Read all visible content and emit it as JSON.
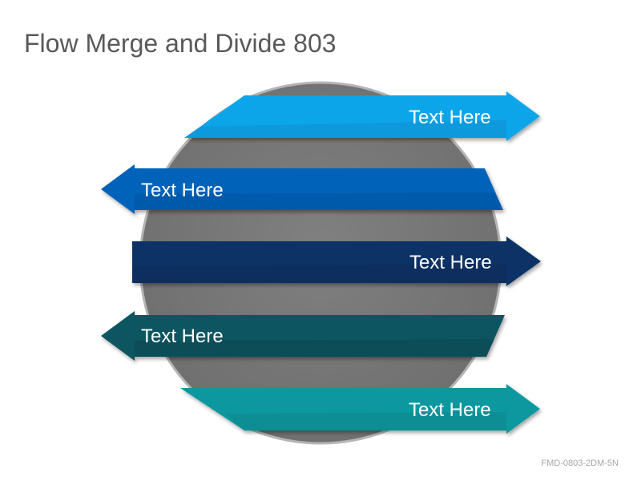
{
  "title": "Flow Merge and Divide 803",
  "footer_code": "FMD-0803-2DM-5N",
  "arrows": [
    {
      "label": "Text Here",
      "direction": "right",
      "color": "#0ea5e9",
      "shadow": "#0b84c4"
    },
    {
      "label": "Text Here",
      "direction": "left",
      "color": "#0562b8",
      "shadow": "#044e93"
    },
    {
      "label": "Text Here",
      "direction": "right",
      "color": "#0b3366",
      "shadow": "#082650"
    },
    {
      "label": "Text Here",
      "direction": "left",
      "color": "#0a5561",
      "shadow": "#07414b"
    },
    {
      "label": "Text Here",
      "direction": "right",
      "color": "#0a98a0",
      "shadow": "#077a81"
    }
  ],
  "colors": {
    "circle": "#787878",
    "circle_edge": "#b5b5b5",
    "title": "#595959",
    "footer": "#a6a6a6"
  }
}
